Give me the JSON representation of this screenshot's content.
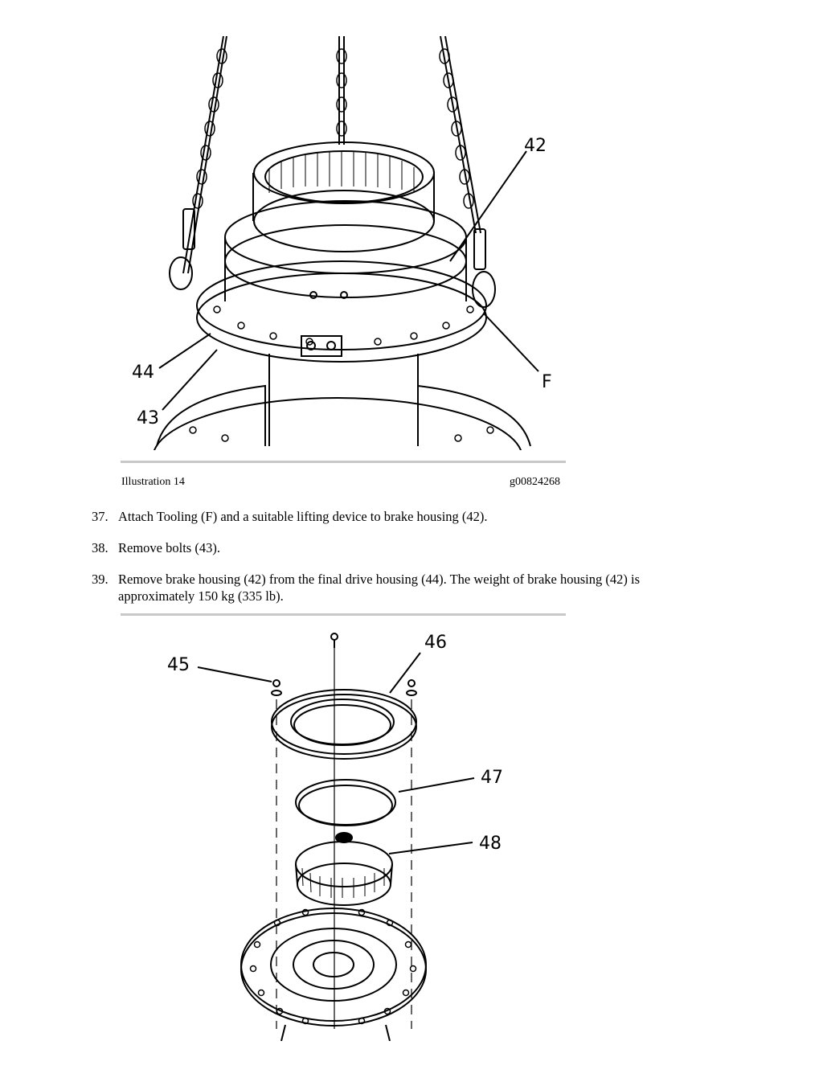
{
  "figure1": {
    "callouts": {
      "c42": "42",
      "c44": "44",
      "c43": "43",
      "cF": "F"
    }
  },
  "caption": {
    "label": "Illustration 14",
    "code": "g00824268"
  },
  "steps": [
    {
      "num": "37.",
      "text": "Attach Tooling (F) and a suitable lifting device to brake housing (42)."
    },
    {
      "num": "38.",
      "text": "Remove bolts (43)."
    },
    {
      "num": "39.",
      "text": "Remove brake housing (42) from the final drive housing (44). The weight of brake housing (42) is approximately 150 kg (335 lb)."
    }
  ],
  "figure2": {
    "callouts": {
      "c45": "45",
      "c46": "46",
      "c47": "47",
      "c48": "48"
    }
  }
}
